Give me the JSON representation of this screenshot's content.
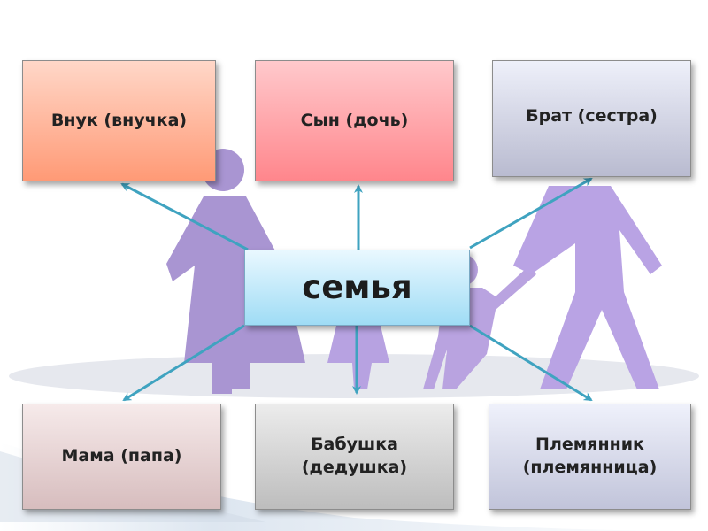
{
  "diagram": {
    "center": "семья",
    "top_left": "Внук (внучка)",
    "top_center": "Сын (дочь)",
    "top_right": "Брат (сестра)",
    "bottom_left": "Мама (папа)",
    "bottom_center_line1": "Бабушка",
    "bottom_center_line2": "(дедушка)",
    "bottom_right_line1": "Племянник",
    "bottom_right_line2": "(племянница)"
  },
  "colors": {
    "arrow": "#3fa3c0",
    "figures": "#a68fcf"
  }
}
